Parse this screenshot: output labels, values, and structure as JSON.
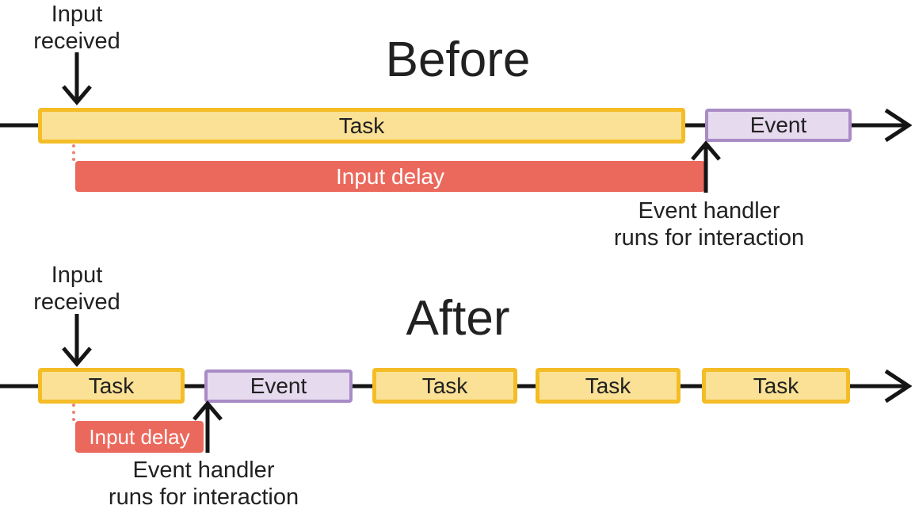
{
  "colors": {
    "task_fill": "#FAE195",
    "task_border": "#F4BD27",
    "event_fill": "#E6DAEE",
    "event_border": "#A98BC6",
    "input_delay_fill": "#EB685C",
    "dotted_connector": "#EE8275",
    "arrow_line": "#151515",
    "text": "#212121"
  },
  "before": {
    "title": "Before",
    "input_received_label": "Input\nreceived",
    "task_label": "Task",
    "event_label": "Event",
    "input_delay_label": "Input delay",
    "event_handler_label": "Event handler\nruns for interaction"
  },
  "after": {
    "title": "After",
    "input_received_label": "Input\nreceived",
    "task_labels": [
      "Task",
      "Task",
      "Task",
      "Task"
    ],
    "event_label": "Event",
    "input_delay_label": "Input delay",
    "event_handler_label": "Event handler\nruns for interaction"
  }
}
